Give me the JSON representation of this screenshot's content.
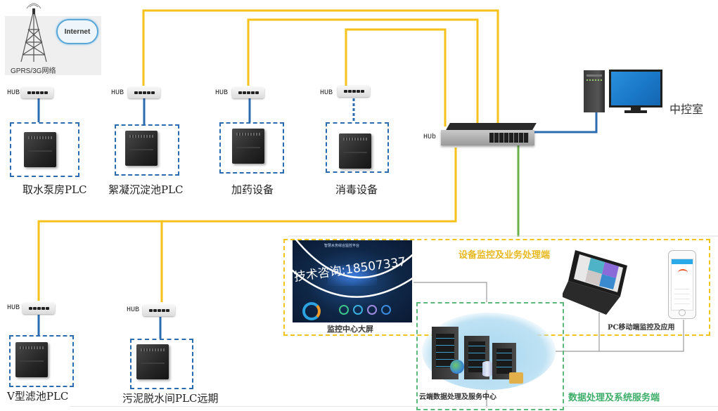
{
  "network": {
    "tower_label": "GPRS/3G网络",
    "cloud_label": "Internet"
  },
  "hub_label": "HUB",
  "core_switch_label": "HUb",
  "control_room_label": "中控室",
  "plc_nodes": [
    {
      "label": "取水泵房PLC"
    },
    {
      "label": "絮凝沉淀池PLC"
    },
    {
      "label": "加药设备"
    },
    {
      "label": "消毒设备"
    },
    {
      "label": "V型滤池PLC"
    },
    {
      "label": "污泥脱水间PLC远期"
    }
  ],
  "monitor_screen": {
    "caption": "监控中心大屏",
    "title": "智慧水务综合监控平台"
  },
  "watermark": "技术咨询:18507337",
  "regions": {
    "monitoring": {
      "label": "设备监控及业务处理端",
      "color": "#f0c419"
    },
    "data_service": {
      "label": "数据处理及系统服务端",
      "color": "#3fae6a"
    }
  },
  "cloud_center_label": "云端数据处理及服务中心",
  "pc_mobile_label": "PC移动端监控及应用",
  "colors": {
    "yellow_link": "#f5c21b",
    "blue_link": "#2b6cb0",
    "green_link": "#6ab04c",
    "gray_link": "#9a9a9a"
  }
}
